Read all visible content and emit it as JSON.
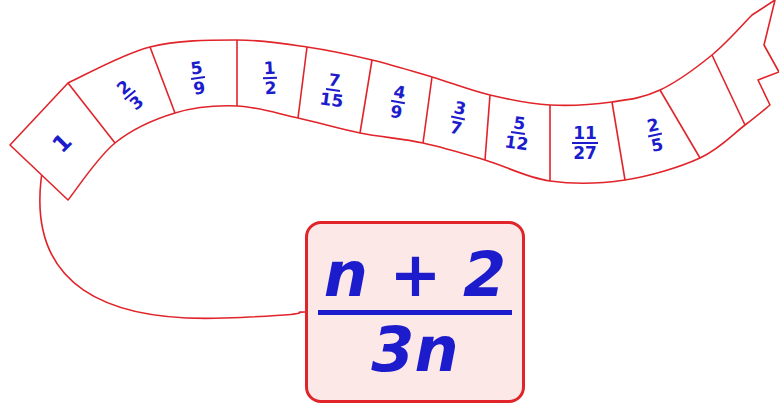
{
  "diagram": {
    "nodes": [
      {
        "text": [
          "1"
        ]
      },
      {
        "text": [
          "2",
          "3"
        ]
      },
      {
        "text": [
          "5",
          "9"
        ]
      },
      {
        "text": [
          "1",
          "2"
        ]
      },
      {
        "text": [
          "7",
          "15"
        ]
      },
      {
        "text": [
          "4",
          "9"
        ]
      },
      {
        "text": [
          "3",
          "7"
        ]
      },
      {
        "text": [
          "5",
          "12"
        ]
      },
      {
        "text": [
          "11",
          "27"
        ]
      },
      {
        "text": [
          "2",
          "5"
        ]
      },
      {
        "text": [
          "n + 2",
          "3n"
        ]
      }
    ],
    "edges": [
      {
        "from": 0,
        "to": 10,
        "arrow": "none"
      }
    ]
  }
}
